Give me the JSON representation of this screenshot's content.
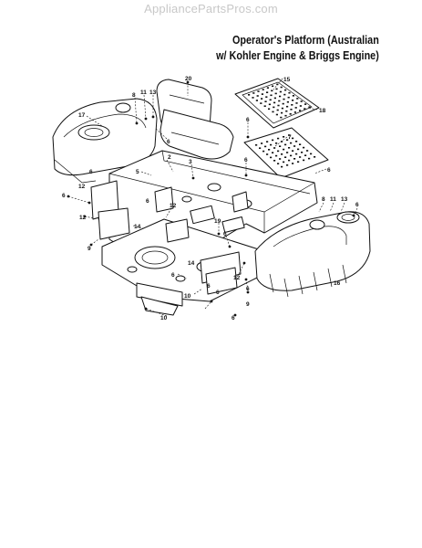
{
  "watermark": "AppliancePartsPros.com",
  "title": {
    "line1": "Operator's Platform (Australian",
    "line2": "w/ Kohler Engine & Briggs Engine)"
  },
  "callouts": [
    {
      "id": "c20",
      "text": "20"
    },
    {
      "id": "c15",
      "text": "15"
    },
    {
      "id": "c18",
      "text": "18"
    },
    {
      "id": "c17",
      "text": "17"
    },
    {
      "id": "c8",
      "text": "8"
    },
    {
      "id": "c11a",
      "text": "11"
    },
    {
      "id": "c13a",
      "text": "13"
    },
    {
      "id": "c6a",
      "text": "6"
    },
    {
      "id": "c6b",
      "text": "6"
    },
    {
      "id": "c7",
      "text": "7"
    },
    {
      "id": "c5",
      "text": "5"
    },
    {
      "id": "c2",
      "text": "2"
    },
    {
      "id": "c3",
      "text": "3"
    },
    {
      "id": "c6c",
      "text": "6"
    },
    {
      "id": "c6d",
      "text": "6"
    },
    {
      "id": "c6e",
      "text": "6"
    },
    {
      "id": "c12a",
      "text": "12"
    },
    {
      "id": "c6f",
      "text": "6"
    },
    {
      "id": "c12b",
      "text": "12"
    },
    {
      "id": "c14a",
      "text": "14"
    },
    {
      "id": "c12c",
      "text": "12"
    },
    {
      "id": "c6g",
      "text": "6"
    },
    {
      "id": "c19",
      "text": "19"
    },
    {
      "id": "c6h",
      "text": "6"
    },
    {
      "id": "c8b",
      "text": "8"
    },
    {
      "id": "c11b",
      "text": "11"
    },
    {
      "id": "c13b",
      "text": "13"
    },
    {
      "id": "c6i",
      "text": "6"
    },
    {
      "id": "c9a",
      "text": "9"
    },
    {
      "id": "c6j",
      "text": "6"
    },
    {
      "id": "c14b",
      "text": "14"
    },
    {
      "id": "c6k",
      "text": "6"
    },
    {
      "id": "c12d",
      "text": "12"
    },
    {
      "id": "c6l",
      "text": "6"
    },
    {
      "id": "c16",
      "text": "16"
    },
    {
      "id": "c10a",
      "text": "10"
    },
    {
      "id": "c6m",
      "text": "6"
    },
    {
      "id": "c9b",
      "text": "9"
    },
    {
      "id": "c10b",
      "text": "10"
    },
    {
      "id": "c6n",
      "text": "6"
    }
  ]
}
